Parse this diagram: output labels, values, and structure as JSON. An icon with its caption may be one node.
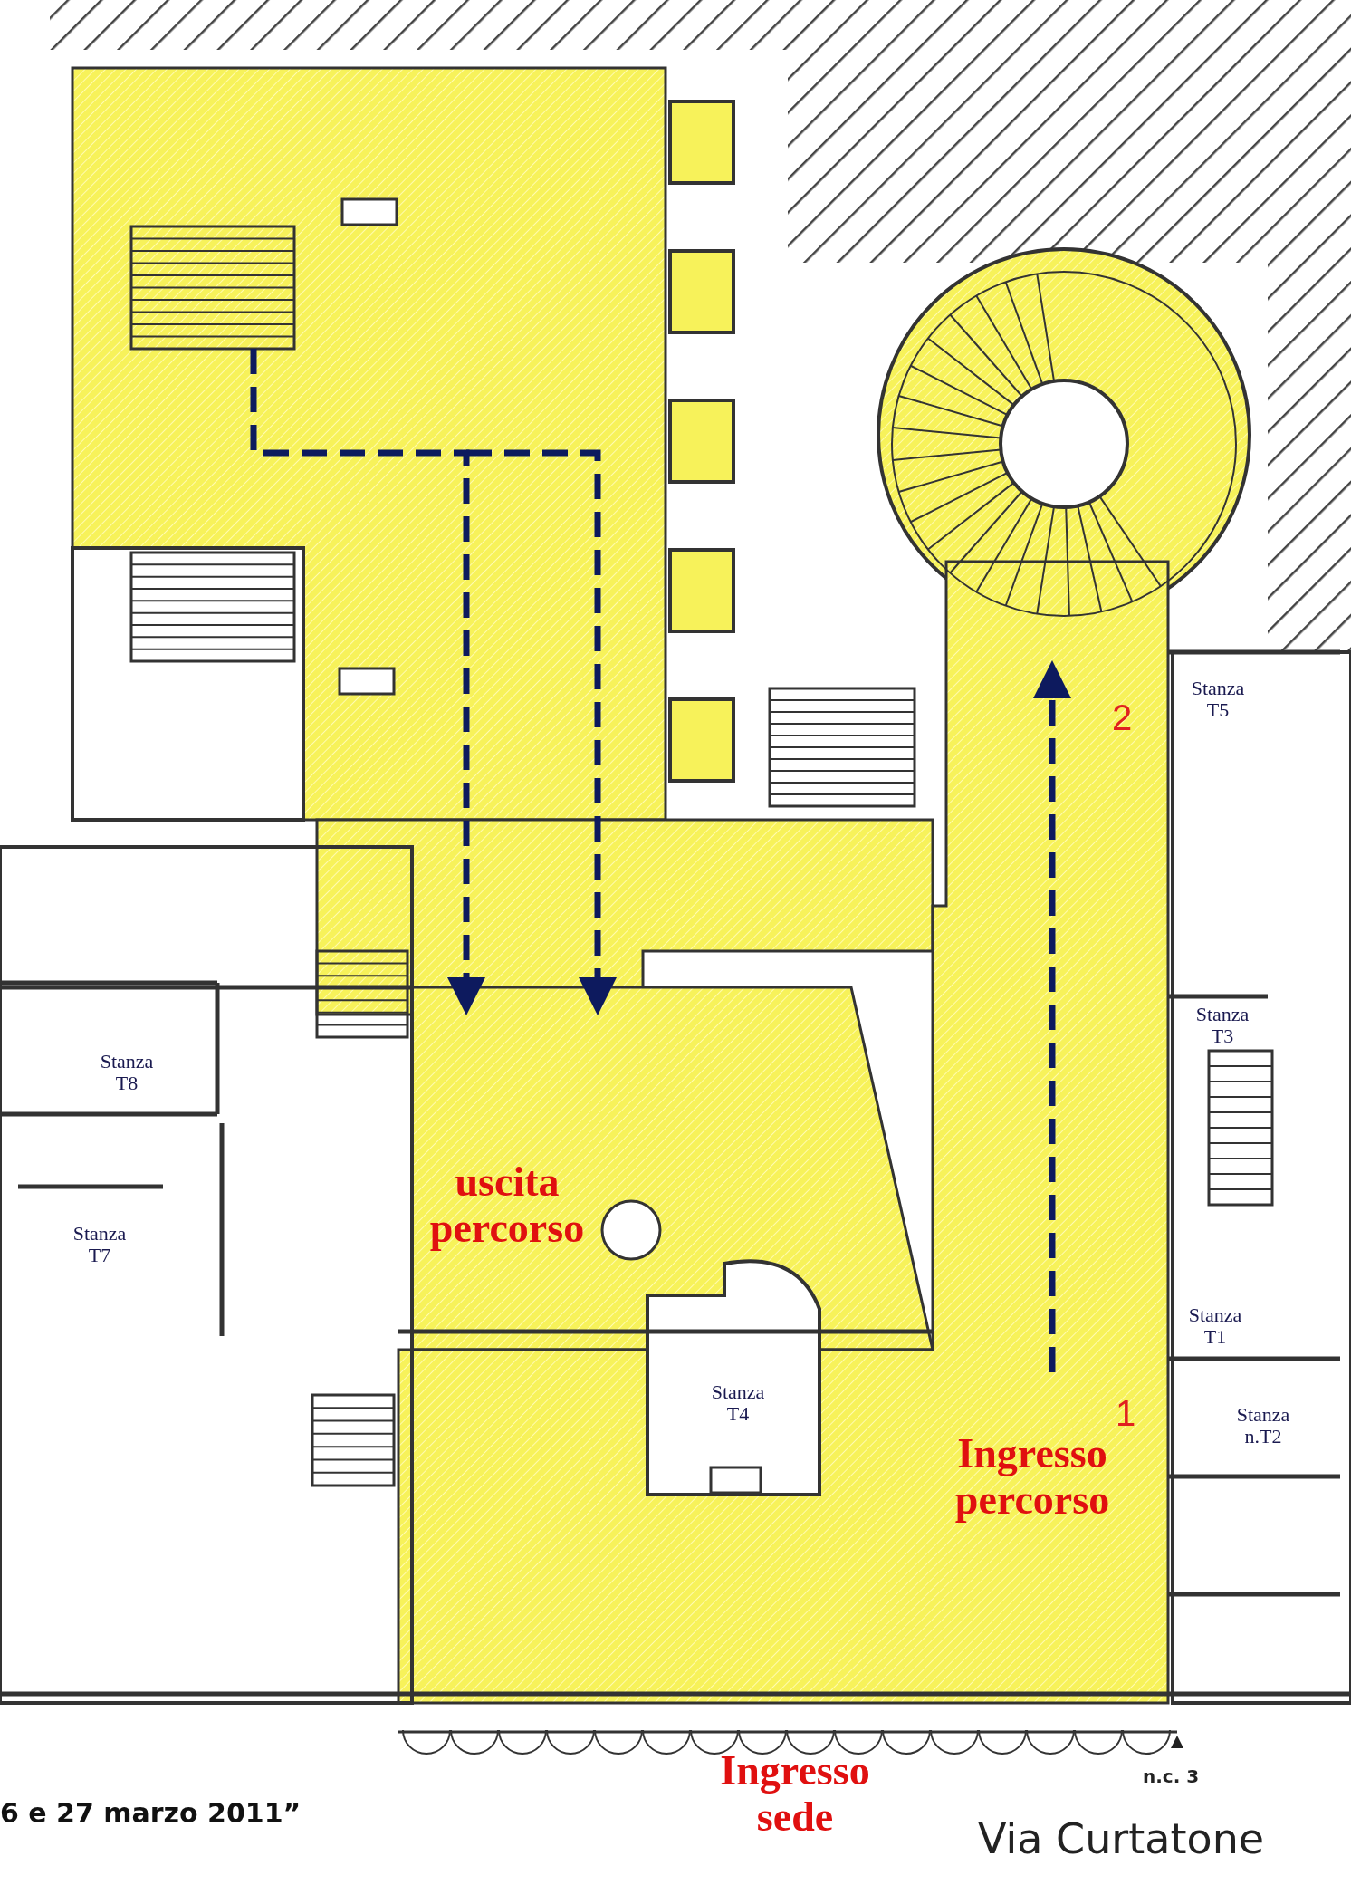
{
  "diagram": {
    "labels": [
      "Stanza T5",
      "2",
      "Stanza T3",
      "Stanza T8",
      "uscita percorso",
      "Stanza T7",
      "Stanza T1",
      "Stanza T4",
      "1",
      "Stanza n.T2",
      "Ingresso percorso",
      "Ingresso sede",
      "n.c. 3",
      "6 e 27 marzo 2011”",
      "Via Curtatone"
    ]
  }
}
